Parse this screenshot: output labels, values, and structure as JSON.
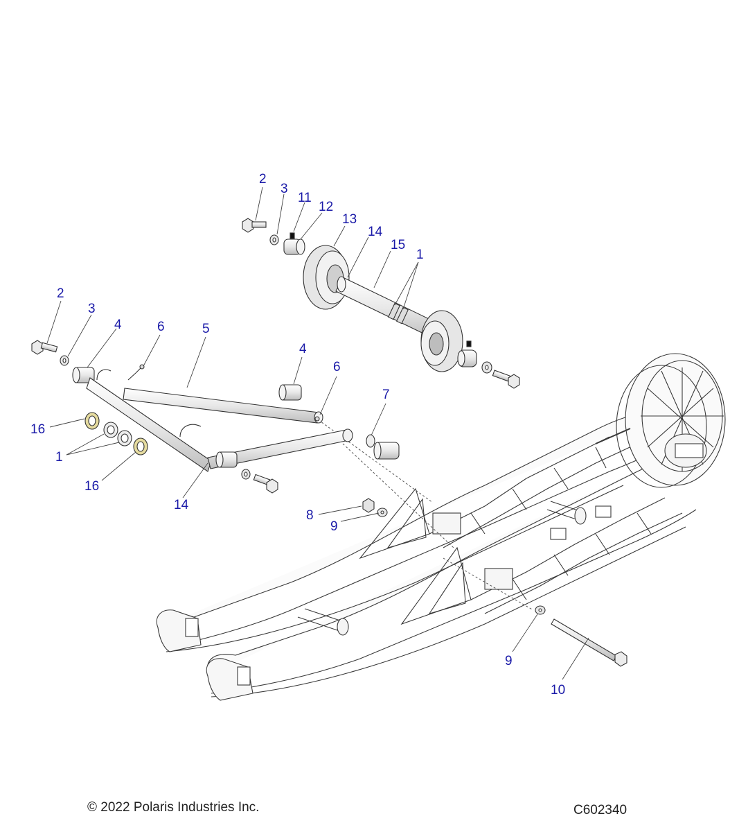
{
  "diagram": {
    "callouts": {
      "c2_top": "2",
      "c3_top": "3",
      "c11": "11",
      "c12": "12",
      "c13": "13",
      "c14_top": "14",
      "c15": "15",
      "c1_top": "1",
      "c2_left": "2",
      "c3_left": "3",
      "c4_left": "4",
      "c6_left": "6",
      "c5": "5",
      "c4_right": "4",
      "c6_right": "6",
      "c7": "7",
      "c16_upper": "16",
      "c1_left": "1",
      "c16_lower": "16",
      "c14_lower": "14",
      "c8": "8",
      "c9_upper": "9",
      "c9_lower": "9",
      "c10": "10"
    }
  },
  "footer": {
    "copyright": "© 2022 Polaris Industries Inc.",
    "diagram_id": "C602340"
  },
  "colors": {
    "callout_text": "#1a1aa8",
    "line_art": "#333333",
    "part_fill": "#f2f2f2",
    "bushing_accent": "#e6dca0"
  }
}
